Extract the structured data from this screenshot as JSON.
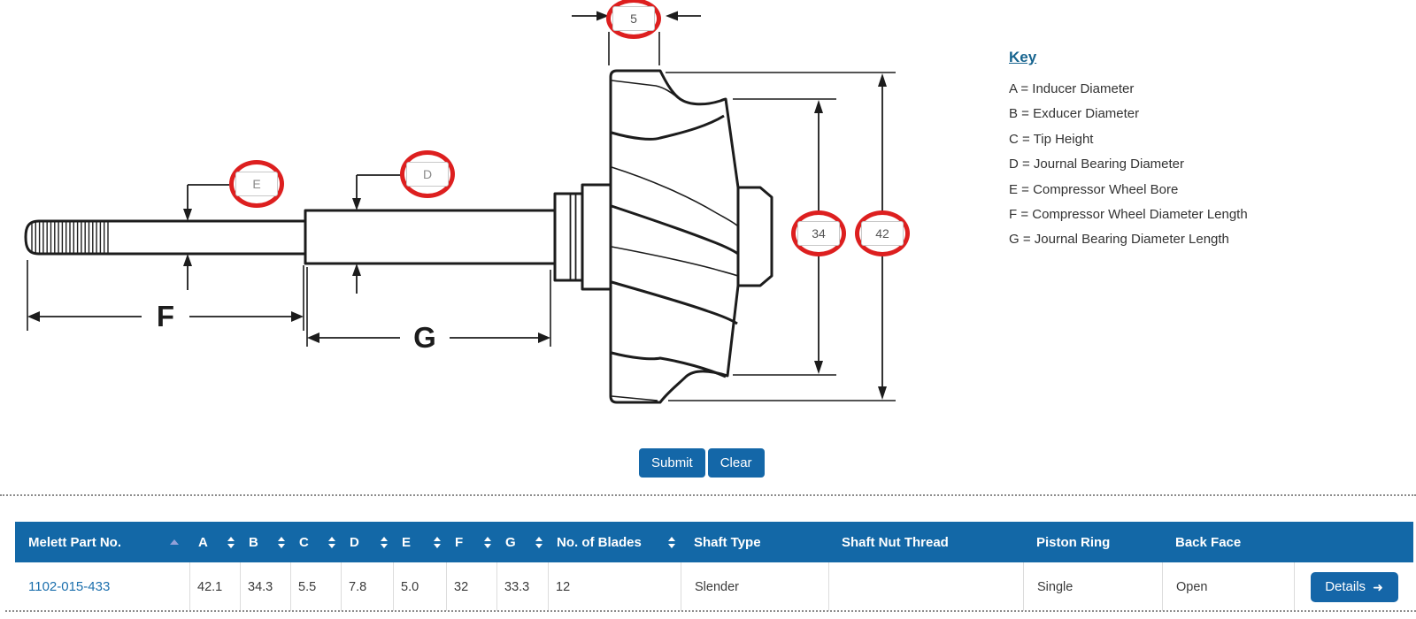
{
  "diagram": {
    "f_label": "F",
    "g_label": "G",
    "dim_inputs": {
      "c": {
        "value": "5"
      },
      "e": {
        "placeholder": "E"
      },
      "d": {
        "placeholder": "D"
      },
      "b": {
        "value": "34"
      },
      "a": {
        "value": "42"
      }
    }
  },
  "key": {
    "title": "Key",
    "items": [
      "A = Inducer Diameter",
      "B = Exducer Diameter",
      "C = Tip Height",
      "D = Journal Bearing Diameter",
      "E = Compressor Wheel Bore",
      "F = Compressor Wheel Diameter Length",
      "G = Journal Bearing Diameter Length"
    ]
  },
  "actions": {
    "submit": "Submit",
    "clear": "Clear"
  },
  "icons": {
    "details_arrow": "➜"
  },
  "colors": {
    "header_blue": "#1368a7",
    "button_blue": "#1467a8",
    "circle_red": "#dd1f1f",
    "link_blue": "#1b6fad"
  },
  "table": {
    "columns": [
      {
        "label": "Melett Part No.",
        "sort": "asc"
      },
      {
        "label": "A",
        "sort": "both"
      },
      {
        "label": "B",
        "sort": "both"
      },
      {
        "label": "C",
        "sort": "both"
      },
      {
        "label": "D",
        "sort": "both"
      },
      {
        "label": "E",
        "sort": "both"
      },
      {
        "label": "F",
        "sort": "both"
      },
      {
        "label": "G",
        "sort": "both"
      },
      {
        "label": "No. of Blades",
        "sort": "both"
      },
      {
        "label": "Shaft Type",
        "sort": "none"
      },
      {
        "label": "Shaft Nut Thread",
        "sort": "none"
      },
      {
        "label": "Piston Ring",
        "sort": "none"
      },
      {
        "label": "Back Face",
        "sort": "none"
      }
    ],
    "row": {
      "part_no": "1102-015-433",
      "a": "42.1",
      "b": "34.3",
      "c": "5.5",
      "d": "7.8",
      "e": "5.0",
      "f": "32",
      "g": "33.3",
      "blades": "12",
      "shaft_type": "Slender",
      "shaft_nut_thread": "",
      "piston_ring": "Single",
      "back_face": "Open"
    },
    "details_label": "Details"
  }
}
